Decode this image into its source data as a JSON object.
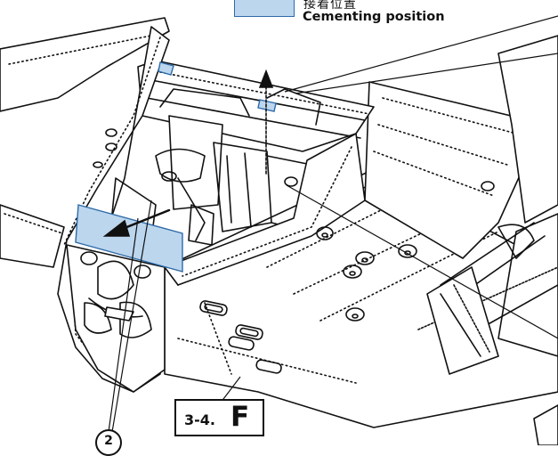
{
  "legend": {
    "label_jp": "接着位置",
    "label_en": "Cementing position",
    "swatch_color": "#bcd6ee",
    "swatch_border": "#2d6aa8"
  },
  "step": {
    "number": "3-4.",
    "letter": "F"
  },
  "callout": {
    "number": "2"
  },
  "colors": {
    "line": "#111111",
    "highlight": "#bcd6ee",
    "highlight_border": "#2d6aa8"
  }
}
